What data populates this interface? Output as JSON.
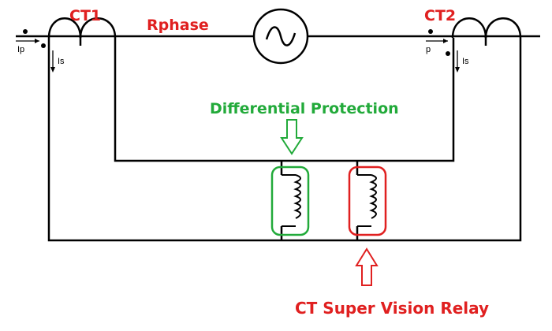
{
  "labels": {
    "ct1": "CT1",
    "ct2": "CT2",
    "phase": "Rphase",
    "diff": "Differential Protection",
    "super": "CT Super Vision Relay",
    "ip_left": "Ip",
    "is_left": "Is",
    "ip_right": "p",
    "is_right": "Is"
  },
  "colors": {
    "wire": "#000000",
    "red": "#e02020",
    "green": "#22aa3a"
  }
}
